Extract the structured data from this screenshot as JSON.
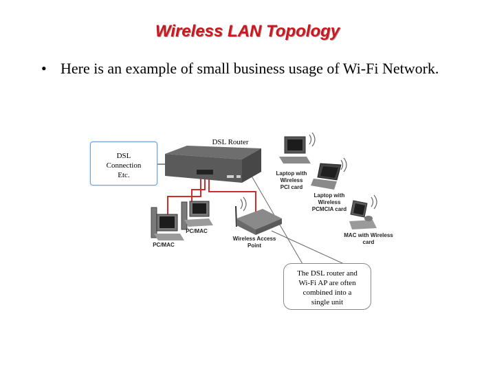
{
  "slide": {
    "title": "Wireless LAN Topology",
    "bullet_marker": "•",
    "bullet_text": "Here is an example of small business usage of Wi-Fi Network."
  },
  "diagram": {
    "router_label": "DSL Router",
    "dsl_box_lines": [
      "DSL",
      "Connection",
      "Etc."
    ],
    "devices": {
      "laptop_pci": [
        "Laptop with",
        "Wireless",
        "PCI card"
      ],
      "laptop_pcmcia": [
        "Laptop with",
        "Wireless",
        "PCMCIA card"
      ],
      "mac_wireless": [
        "MAC with Wireless",
        "card"
      ],
      "access_point": [
        "Wireless Access",
        "Point"
      ],
      "pc_mac_1": [
        "PC/MAC"
      ],
      "pc_mac_2": [
        "PC/MAC"
      ]
    },
    "callout_lines": [
      "The DSL router and",
      "Wi-Fi AP are often",
      "combined into a",
      "single unit"
    ],
    "colors": {
      "title": "#d0161d",
      "wired_link": "#d42a2a",
      "dsl_box_border": "#6aa0d6",
      "device_body": "#8a8a8a"
    }
  }
}
